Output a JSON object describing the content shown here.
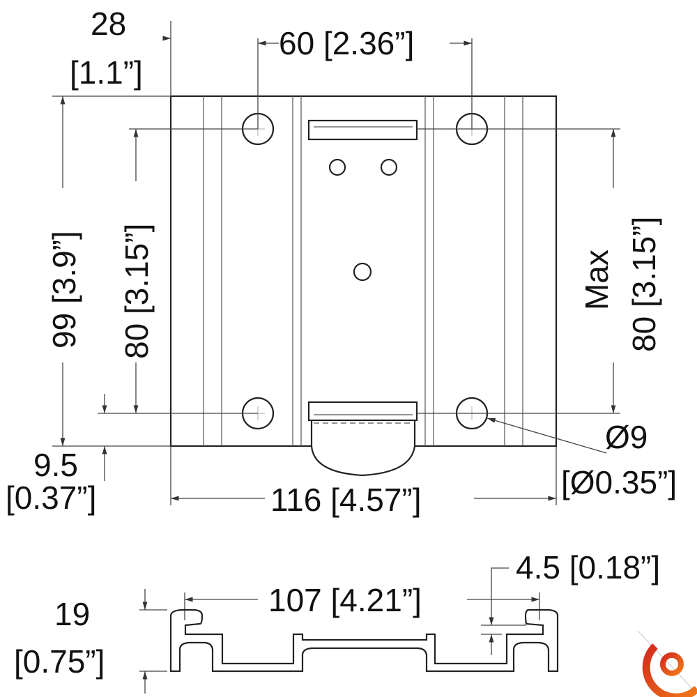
{
  "drawing": {
    "top_view": {
      "dim_left_offset": {
        "value": "28",
        "inch": "[1.1”]"
      },
      "dim_hole_spacing_h": "60 [2.36”]",
      "dim_height": "99 [3.9”]",
      "dim_hole_spacing_v": "80 [3.15”]",
      "dim_max_label": "Max",
      "dim_max_value": "80 [3.15”]",
      "dim_bottom_offset": {
        "value": "9.5",
        "inch": "[0.37”]"
      },
      "dim_hole_diameter": {
        "value": "Ø9",
        "inch": "[Ø0.35”]"
      },
      "dim_width": "116 [4.57”]"
    },
    "profile_view": {
      "dim_thickness": {
        "value": "19",
        "inch": "[0.75”]"
      },
      "dim_slot_span": "107 [4.21”]",
      "dim_wall": "4.5 [0.18”]"
    }
  },
  "logo": {
    "icon": "brand-logo-icon",
    "colors": [
      "#d42a1e",
      "#f07a1a"
    ]
  }
}
